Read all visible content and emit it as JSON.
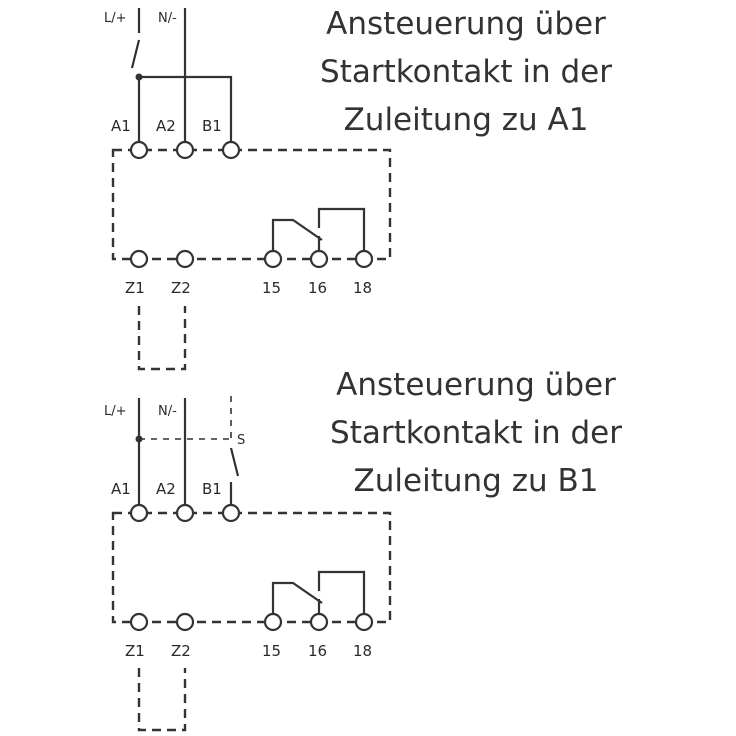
{
  "diagrams": [
    {
      "title_lines": [
        "Ansteuerung über",
        "Startkontakt in der",
        "Zuleitung zu A1"
      ],
      "supply_labels": {
        "line": "L/+",
        "neutral": "N/-"
      },
      "top_terminals": [
        "A1",
        "A2",
        "B1"
      ],
      "bottom_terminals": [
        "Z1",
        "Z2",
        "15",
        "16",
        "18"
      ]
    },
    {
      "title_lines": [
        "Ansteuerung über",
        "Startkontakt in der",
        "Zuleitung zu B1"
      ],
      "supply_labels": {
        "line": "L/+",
        "neutral": "N/-"
      },
      "switch_label": "S",
      "top_terminals": [
        "A1",
        "A2",
        "B1"
      ],
      "bottom_terminals": [
        "Z1",
        "Z2",
        "15",
        "16",
        "18"
      ]
    }
  ]
}
